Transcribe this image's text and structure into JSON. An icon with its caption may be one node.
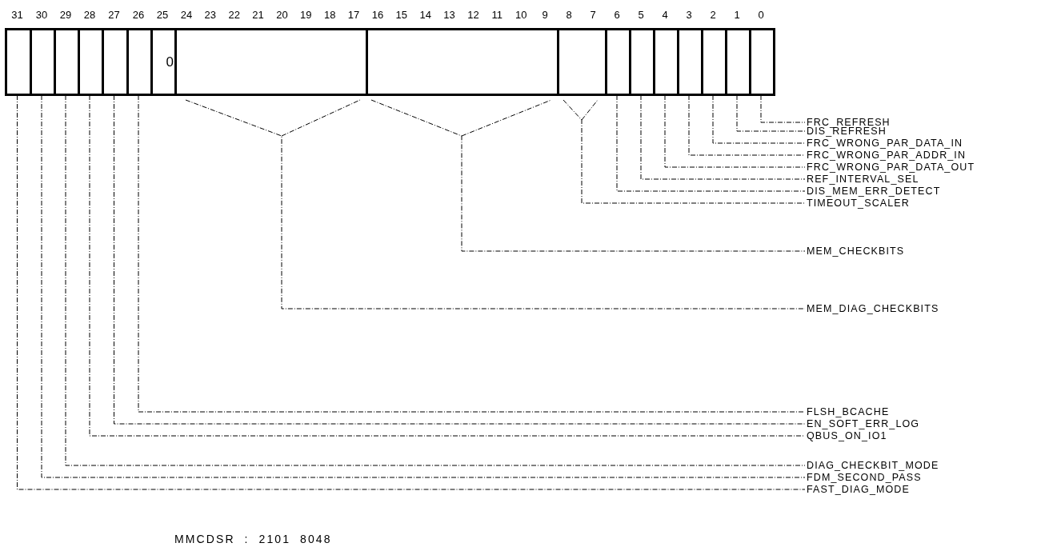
{
  "diagram": {
    "caption": "MMCDSR  :  2101  8048",
    "nodes": [
      {
        "text": [],
        "shape": "box"
      },
      {
        "text": [],
        "shape": "box"
      },
      {
        "text": [],
        "shape": "box"
      },
      {
        "text": [],
        "shape": "box"
      },
      {
        "text": [],
        "shape": "box"
      },
      {
        "text": [],
        "shape": "box"
      },
      {
        "text": [
          "0"
        ]
      },
      {
        "text": [],
        "shape": "box"
      },
      {
        "text": [],
        "shape": "box"
      },
      {
        "text": [],
        "shape": "box"
      },
      {
        "text": [],
        "shape": "box"
      },
      {
        "text": [],
        "shape": "box"
      },
      {
        "text": [],
        "shape": "box"
      },
      {
        "text": [],
        "shape": "box"
      },
      {
        "text": [],
        "shape": "box"
      },
      {
        "text": [],
        "shape": "box"
      },
      {
        "text": [],
        "shape": "box"
      },
      {
        "text": [
          "FRC_REFRESH"
        ]
      },
      {
        "text": [
          "DIS_REFRESH"
        ]
      },
      {
        "text": [
          "FRC_WRONG_PAR_DATA_IN"
        ]
      },
      {
        "text": [
          "FRC_WRONG_PAR_ADDR_IN"
        ]
      },
      {
        "text": [
          "FRC_WRONG_PAR_DATA_OUT"
        ]
      },
      {
        "text": [
          "REF_INTERVAL_SEL"
        ]
      },
      {
        "text": [
          "DIS_MEM_ERR_DETECT"
        ]
      },
      {
        "text": [
          "TIMEOUT_SCALER"
        ]
      },
      {
        "text": [
          "MEM_CHECKBITS"
        ]
      },
      {
        "text": [
          "MEM_DIAG_CHECKBITS"
        ]
      },
      {
        "text": [
          "FLSH_BCACHE"
        ]
      },
      {
        "text": [
          "EN_SOFT_ERR_LOG"
        ]
      },
      {
        "text": [
          "QBUS_ON_IO1"
        ]
      },
      {
        "text": [
          "DIAG_CHECKBIT_MODE"
        ]
      },
      {
        "text": [
          "FDM_SECOND_PASS"
        ]
      },
      {
        "text": [
          "FAST_DIAG_MODE"
        ]
      }
    ],
    "edges": [
      {
        "from": 16,
        "to": 17,
        "arrow": "none",
        "style": "dashed"
      },
      {
        "from": 15,
        "to": 18,
        "arrow": "none",
        "style": "dashed"
      },
      {
        "from": 14,
        "to": 19,
        "arrow": "none",
        "style": "dashed"
      },
      {
        "from": 13,
        "to": 20,
        "arrow": "none",
        "style": "dashed"
      },
      {
        "from": 12,
        "to": 21,
        "arrow": "none",
        "style": "dashed"
      },
      {
        "from": 11,
        "to": 22,
        "arrow": "none",
        "style": "dashed"
      },
      {
        "from": 10,
        "to": 23,
        "arrow": "none",
        "style": "dashed"
      },
      {
        "from": 9,
        "to": 24,
        "arrow": "none",
        "style": "dashed"
      },
      {
        "from": 8,
        "to": 25,
        "arrow": "none",
        "style": "dashed"
      },
      {
        "from": 7,
        "to": 26,
        "arrow": "none",
        "style": "dashed"
      },
      {
        "from": 5,
        "to": 27,
        "arrow": "none",
        "style": "dashed"
      },
      {
        "from": 4,
        "to": 28,
        "arrow": "none",
        "style": "dashed"
      },
      {
        "from": 3,
        "to": 29,
        "arrow": "none",
        "style": "dashed"
      },
      {
        "from": 2,
        "to": 30,
        "arrow": "none",
        "style": "dashed"
      },
      {
        "from": 1,
        "to": 31,
        "arrow": "none",
        "style": "dashed"
      },
      {
        "from": 0,
        "to": 32,
        "arrow": "none",
        "style": "dashed"
      }
    ],
    "labels": [
      "31",
      "30",
      "29",
      "28",
      "27",
      "26",
      "25",
      "24",
      "23",
      "22",
      "21",
      "20",
      "19",
      "18",
      "17",
      "16",
      "15",
      "14",
      "13",
      "12",
      "11",
      "10",
      "9",
      "8",
      "7",
      "6",
      "5",
      "4",
      "3",
      "2",
      "1",
      "0"
    ]
  }
}
